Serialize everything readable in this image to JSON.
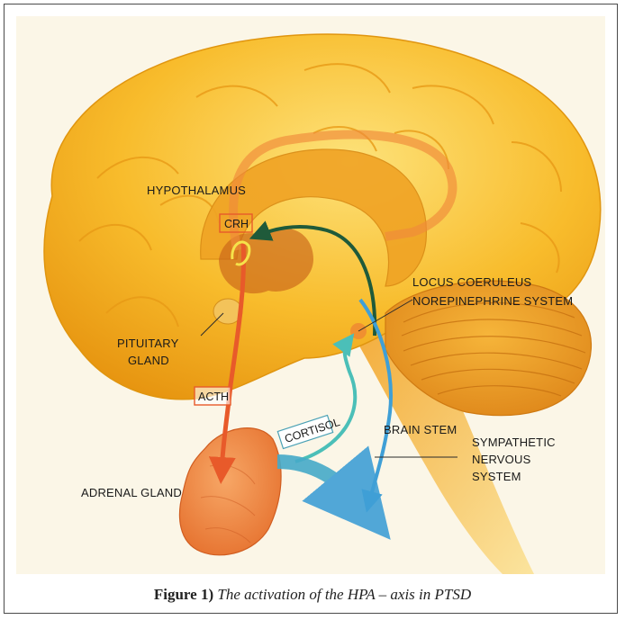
{
  "labels": {
    "hypothalamus": "HYPOTHALAMUS",
    "crh": "CRH",
    "locus_line1": "LOCUS COERULEUS",
    "locus_line2": "NOREPINEPHRINE SYSTEM",
    "pituitary_line1": "PITUITARY",
    "pituitary_line2": "GLAND",
    "acth": "ACTH",
    "cortisol": "CORTISOL",
    "brain_stem": "BRAIN STEM",
    "sympathetic_line1": "SYMPATHETIC",
    "sympathetic_line2": "NERVOUS",
    "sympathetic_line3": "SYSTEM",
    "adrenal": "ADRENAL GLAND"
  },
  "caption": {
    "prefix": "Figure 1)",
    "text": " The activation of the HPA – axis in PTSD"
  },
  "colors": {
    "brain": "#f6b324",
    "brain_light": "#fbd65a",
    "brain_dark": "#e08a12",
    "adrenal": "#f0843a",
    "red_arrow": "#e85a2a",
    "green_arrow": "#1f5a3a",
    "teal_arrow": "#4bbfb8",
    "blue_arrow": "#3f9fd6",
    "background": "#fbf6e7"
  }
}
